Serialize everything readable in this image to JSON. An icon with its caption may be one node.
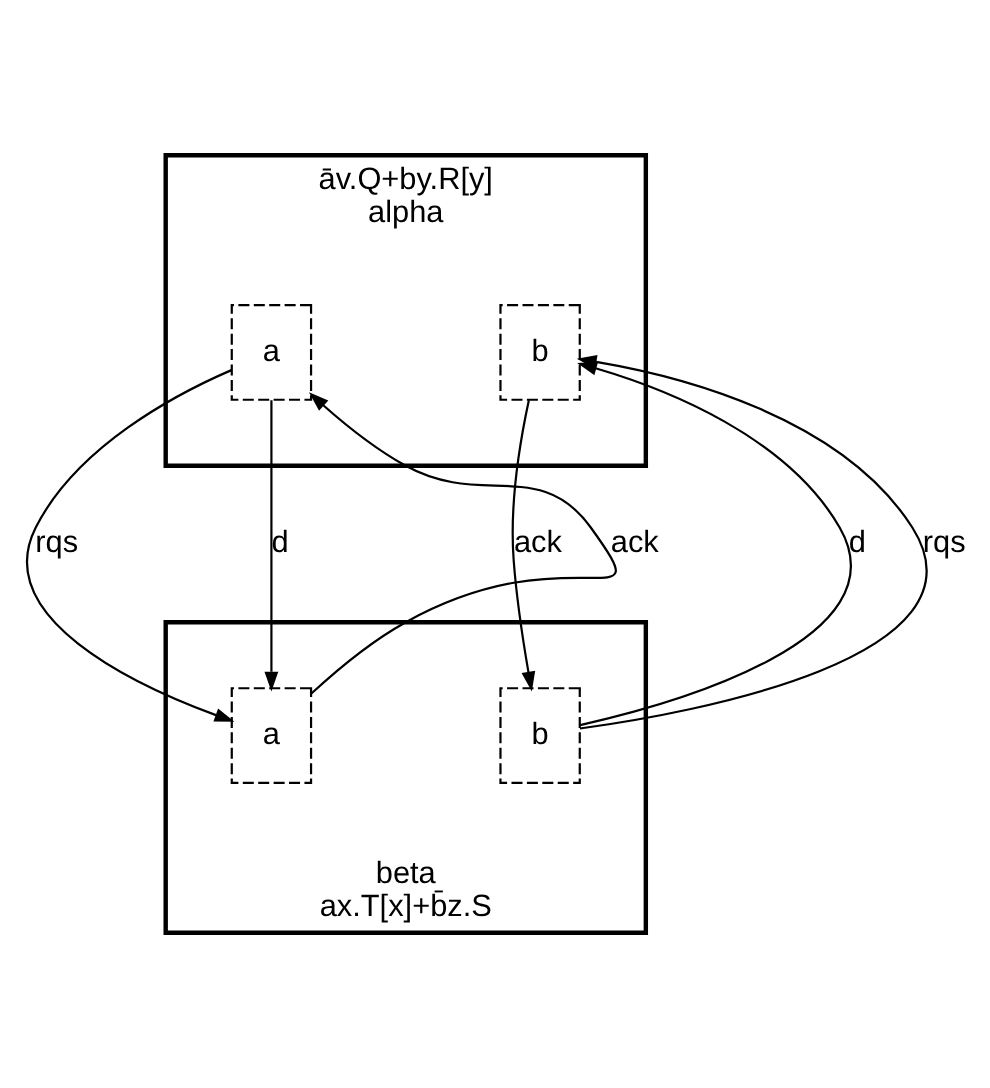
{
  "diagram": {
    "nodes": [
      {
        "text": [
          "āv.Q+by.R[y]",
          "alpha"
        ]
      },
      {
        "text": [
          "a"
        ],
        "in": 0
      },
      {
        "text": [
          "b"
        ],
        "in": 0
      },
      {
        "text": [
          "beta",
          "ax.T[x]+b̄z.S"
        ]
      },
      {
        "text": [
          "a"
        ],
        "in": 3
      },
      {
        "text": [
          "b"
        ],
        "in": 3
      }
    ],
    "edges": [
      {
        "from": 1,
        "to": 4,
        "arrow": "to",
        "label": "rqs"
      },
      {
        "from": 1,
        "to": 4,
        "arrow": "to",
        "label": "d"
      },
      {
        "from": 5,
        "to": 2,
        "arrow": "to",
        "label": "d"
      },
      {
        "from": 5,
        "to": 2,
        "arrow": "to",
        "label": "rqs"
      },
      {
        "from": 4,
        "to": 1,
        "arrow": "to",
        "label": "ack"
      },
      {
        "from": 2,
        "to": 5,
        "arrow": "to",
        "label": "ack"
      }
    ]
  }
}
